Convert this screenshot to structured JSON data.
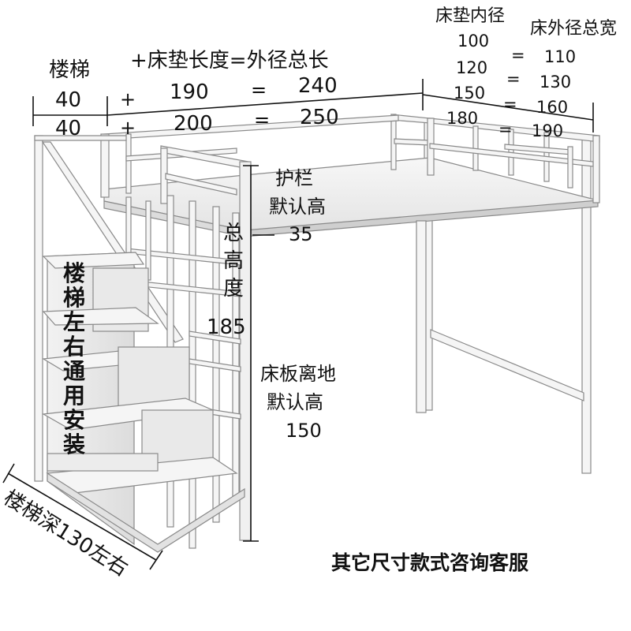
{
  "stair": {
    "title": "楼梯",
    "w1": "40",
    "w2": "40"
  },
  "length": {
    "header": "+床垫长度=外径总长",
    "rows": [
      {
        "plus": "+",
        "mattress": "190",
        "eq": "=",
        "total": "240"
      },
      {
        "plus": "+",
        "mattress": "200",
        "eq": "=",
        "total": "250"
      }
    ]
  },
  "width": {
    "inner_label": "床垫内径",
    "outer_label": "床外径总宽",
    "rows": [
      {
        "inner": "100",
        "eq": "=",
        "outer": "110"
      },
      {
        "inner": "120",
        "eq": "=",
        "outer": "130"
      },
      {
        "inner": "150",
        "eq": "=",
        "outer": "160"
      },
      {
        "inner": "180",
        "eq": "=",
        "outer": "190"
      }
    ]
  },
  "guardrail": {
    "line1": "护栏",
    "line2": "默认高",
    "value": "35"
  },
  "total_height": {
    "chars": [
      "总",
      "高",
      "度"
    ],
    "value": "185"
  },
  "board": {
    "line1": "床板离地",
    "line2": "默认高",
    "value": "150"
  },
  "stair_note": {
    "chars": [
      "楼",
      "梯",
      "左",
      "右",
      "通",
      "用",
      "安",
      "装"
    ]
  },
  "stair_depth": "楼梯深130左右",
  "contact": "其它尺寸款式咨询客服",
  "colors": {
    "frame": "#f4f4f4",
    "frame_edge": "#8a8a8a",
    "text": "#111111",
    "background": "#ffffff"
  }
}
